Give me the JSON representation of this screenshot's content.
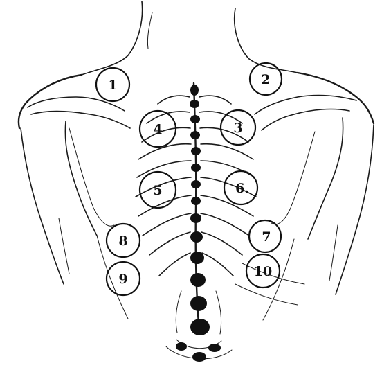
{
  "markers": [
    {
      "id": "1",
      "label": "1",
      "side": "left",
      "region": "upper-trapezius"
    },
    {
      "id": "2",
      "label": "2",
      "side": "right",
      "region": "upper-trapezius"
    },
    {
      "id": "3",
      "label": "3",
      "side": "right",
      "region": "upper-thoracic"
    },
    {
      "id": "4",
      "label": "4",
      "side": "left",
      "region": "upper-thoracic"
    },
    {
      "id": "5",
      "label": "5",
      "side": "left",
      "region": "mid-thoracic"
    },
    {
      "id": "6",
      "label": "6.",
      "side": "right",
      "region": "mid-thoracic"
    },
    {
      "id": "7",
      "label": "7",
      "side": "right",
      "region": "lower-thoracic"
    },
    {
      "id": "8",
      "label": "8",
      "side": "left",
      "region": "lower-thoracic"
    },
    {
      "id": "9",
      "label": "9",
      "side": "left",
      "region": "lumbar"
    },
    {
      "id": "10",
      "label": "10",
      "side": "right",
      "region": "lumbar"
    }
  ],
  "colors": {
    "ink": "#111111",
    "background": "#ffffff"
  }
}
